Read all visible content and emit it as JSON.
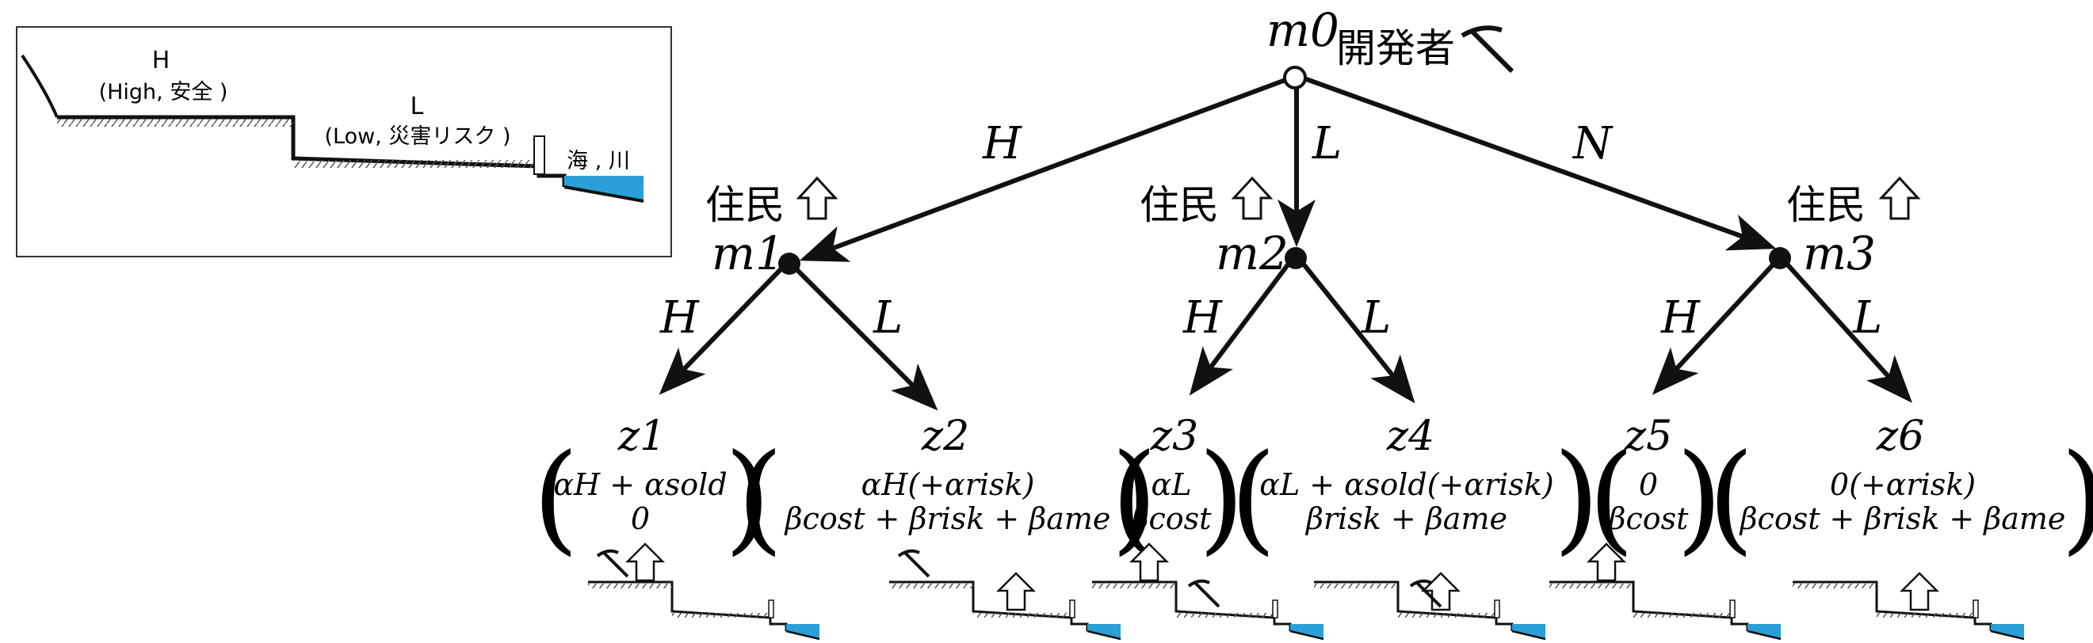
{
  "root": {
    "node": "m0",
    "player": "開発者"
  },
  "inset": {
    "high_letter": "H",
    "high_desc": "(High, 安全 )",
    "low_letter": "L",
    "low_desc": "(Low, 災害リスク )",
    "water": "海 , 川"
  },
  "moves": {
    "developer": [
      "H",
      "L",
      "N"
    ],
    "resident": [
      "H",
      "L"
    ]
  },
  "resident_nodes": [
    {
      "node": "m1",
      "player": "住民"
    },
    {
      "node": "m2",
      "player": "住民"
    },
    {
      "node": "m3",
      "player": "住民"
    }
  ],
  "leaves": [
    {
      "label": "z1",
      "top": "αH + αsold",
      "bottom": "0"
    },
    {
      "label": "z2",
      "top": "αH(+αrisk)",
      "bottom": "βcost + βrisk + βame"
    },
    {
      "label": "z3",
      "top": "αL",
      "bottom": "βcost"
    },
    {
      "label": "z4",
      "top": "αL + αsold(+αrisk)",
      "bottom": "βrisk + βame"
    },
    {
      "label": "z5",
      "top": "0",
      "bottom": "βcost"
    },
    {
      "label": "z6",
      "top": "0(+αrisk)",
      "bottom": "βcost + βrisk + βame"
    }
  ],
  "colors": {
    "water": "#2a9fd8",
    "ink": "#111111"
  }
}
